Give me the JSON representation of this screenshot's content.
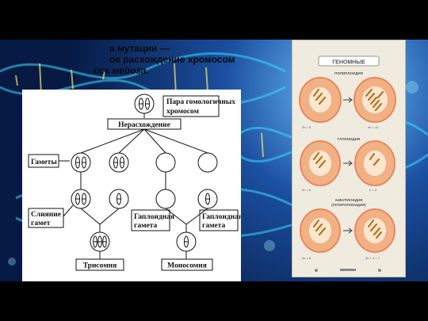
{
  "caption": {
    "line1": "а мутации —",
    "line2": "ое расхождение хромосом",
    "line3_prefix": "ссе ",
    "line3_italic": "мейоза."
  },
  "diagram": {
    "pair_label_1": "Пара гомологичных",
    "pair_label_2": "хромосом",
    "nondisjunction": "Нерасхождение",
    "gametes": "Гаметы",
    "fusion_1": "Слияние",
    "fusion_2": "гамет",
    "haploid_1": "Гаплоидная",
    "haploid_2": "гамета",
    "trisomy": "Трисомия",
    "monosomy": "Моносомия"
  },
  "poster": {
    "title": "ГЕНОМНЫЕ",
    "s1_title": "ПОЛИПЛОИДИЯ",
    "s1_left": "2n = 6",
    "s1_right": "4n = 12",
    "s2_title": "ГАПЛОИДИЯ",
    "s2_left": "2n = 6",
    "s2_right": "n = 3",
    "s3_title_1": "АНЕУПЛОИДИЯ",
    "s3_title_2": "(ГЕТЕРОПЛОИДИЯ)",
    "s3_left": "2n = 6",
    "s3_right": "2n + 1 = 7"
  },
  "colors": {
    "cell_fill": "#f2b184",
    "cell_border": "#e7885f",
    "nucleus": "#fbe7d0",
    "chromosome": "#b8731f"
  }
}
